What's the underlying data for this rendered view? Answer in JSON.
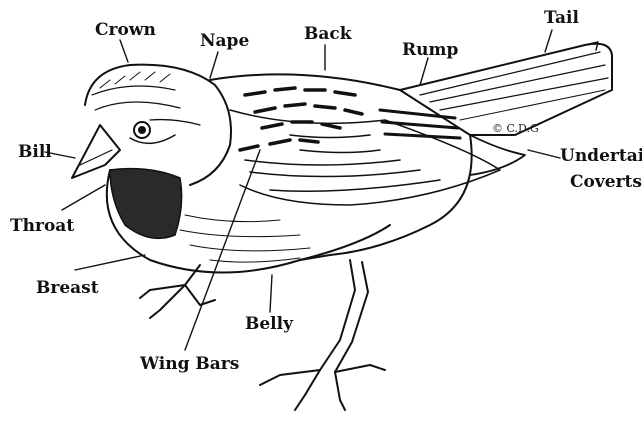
{
  "labels": {
    "crown": "Crown",
    "nape": "Nape",
    "back": "Back",
    "tail": "Tail",
    "rump": "Rump",
    "bill": "Bill",
    "undertail": "Undertail",
    "coverts": "Coverts",
    "throat": "Throat",
    "breast": "Breast",
    "belly": "Belly",
    "wing_bars": "Wing Bars"
  },
  "signature": "© C.D.G",
  "colors": {
    "ink": "#111111",
    "background": "#ffffff"
  }
}
